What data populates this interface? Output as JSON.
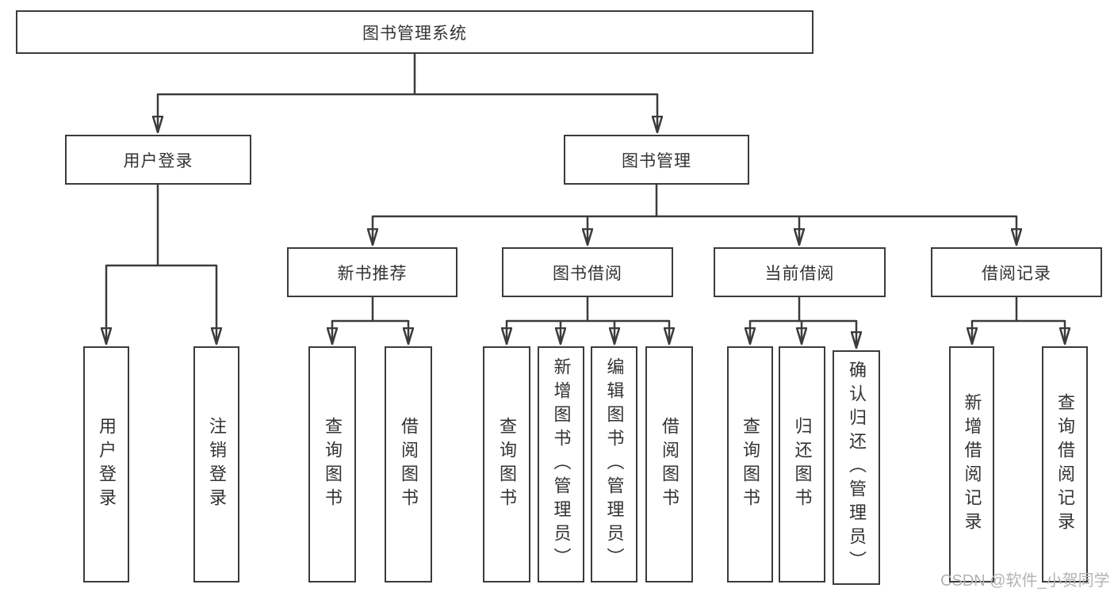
{
  "colors": {
    "background": "#ffffff",
    "line": "#3b3b3b",
    "node_border": "#3b3b3b",
    "node_text": "#333333",
    "watermark_text": "#b3b3b3"
  },
  "tree": {
    "label": "图书管理系统",
    "children": [
      {
        "label": "用户登录",
        "children": [
          {
            "label": "用户登录"
          },
          {
            "label": "注销登录"
          }
        ]
      },
      {
        "label": "图书管理",
        "children": [
          {
            "label": "新书推荐",
            "children": [
              {
                "label": "查询图书"
              },
              {
                "label": "借阅图书"
              }
            ]
          },
          {
            "label": "图书借阅",
            "children": [
              {
                "label": "查询图书"
              },
              {
                "label": "新增图书（管理员）"
              },
              {
                "label": "编辑图书（管理员）"
              },
              {
                "label": "借阅图书"
              }
            ]
          },
          {
            "label": "当前借阅",
            "children": [
              {
                "label": "查询图书"
              },
              {
                "label": "归还图书"
              },
              {
                "label": "确认归还（管理员）"
              }
            ]
          },
          {
            "label": "借阅记录",
            "children": [
              {
                "label": "新增借阅记录"
              },
              {
                "label": "查询借阅记录"
              }
            ]
          }
        ]
      }
    ]
  },
  "watermark": {
    "text": "CSDN @软件_小贺同学"
  }
}
